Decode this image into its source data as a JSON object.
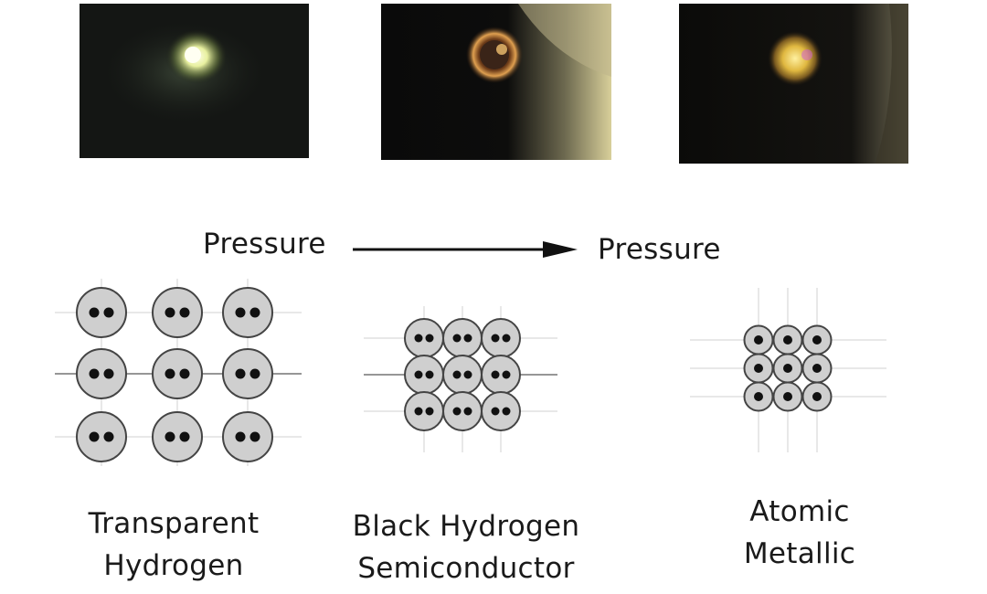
{
  "pressure_left": "Pressure",
  "pressure_right": "Pressure",
  "captions": {
    "transparent": {
      "line1": "Transparent",
      "line2": "Hydrogen"
    },
    "black": {
      "line1": "Black Hydrogen",
      "line2": "Semiconductor"
    },
    "metallic": {
      "line1": "Atomic",
      "line2": "Metallic"
    }
  },
  "colors": {
    "sphere_fill": "#cfcfcf",
    "sphere_stroke": "#444444",
    "dot": "#111111",
    "grid_line": "#d9d9d9",
    "arrow": "#111111"
  }
}
